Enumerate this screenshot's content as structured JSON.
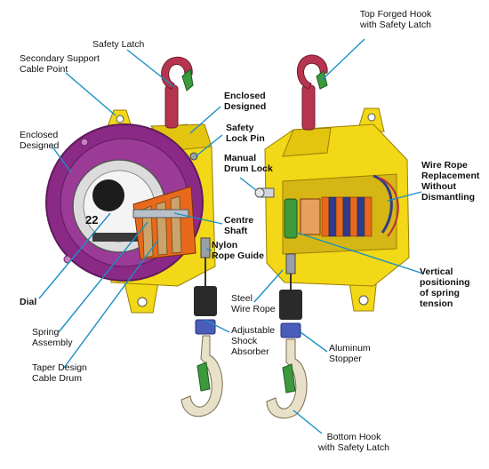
{
  "dial_number": "22",
  "labels": {
    "top_forged_hook": "Top Forged Hook\nwith Safety Latch",
    "safety_latch": "Safety Latch",
    "secondary_support": "Secondary Support\nCable Point",
    "enclosed_left": "Enclosed\nDesigned",
    "enclosed_mid": "Enclosed\nDesigned",
    "safety_lock_pin": "Safety\nLock Pin",
    "manual_drum_lock": "Manual\nDrum Lock",
    "wire_rope_replacement": "Wire Rope\nReplacement\nWithout\nDismantling",
    "centre_shaft": "Centre\nShaft",
    "nylon_rope_guide": "Nylon\nRope Guide",
    "dial": "Dial",
    "vertical_positioning": "Vertical\npositioning\nof spring\ntension",
    "steel_wire_rope": "Steel\nWire Rope",
    "adjustable_shock": "Adjustable\nShock\nAbsorber",
    "spring_assembly": "Spring\nAssembly",
    "aluminum_stopper": "Aluminum\nStopper",
    "taper_design": "Taper Design\nCable Drum",
    "bottom_hook": "Bottom Hook\nwith Safety Latch"
  },
  "colors": {
    "yellow": "#f2d816",
    "yellow_dark": "#c9a80c",
    "purple": "#8a2a86",
    "purple_dark": "#5e1a5c",
    "hook_red": "#b7344f",
    "orange": "#e8691c",
    "blue_line": "#1a8fc4",
    "grey": "#9aa0a8",
    "black_part": "#2a2a2a",
    "stopper_blue": "#4a5db8",
    "latch_green": "#3c9a3c"
  }
}
